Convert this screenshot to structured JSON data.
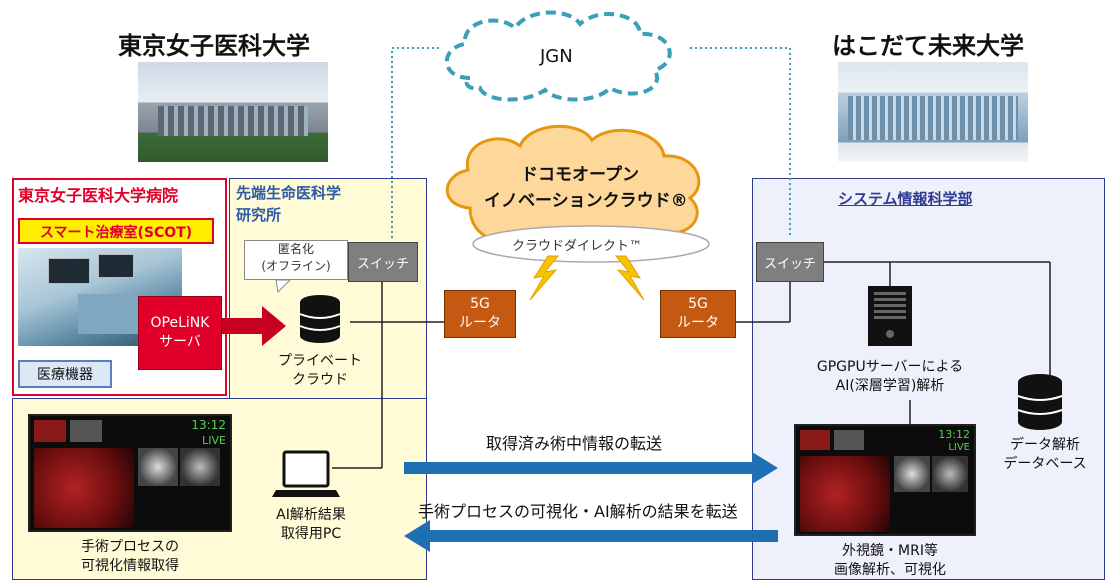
{
  "left_institution": {
    "title": "東京女子医科大学"
  },
  "right_institution": {
    "title": "はこだて未来大学"
  },
  "jgn": {
    "label": "JGN"
  },
  "docomo_cloud": {
    "line1": "ドコモオープン",
    "line2": "イノベーションクラウド®",
    "direct": "クラウドダイレクト™"
  },
  "hospital": {
    "title": "東京女子医科大学病院",
    "scot": "スマート治療室(SCOT)",
    "medical_devices": "医療機器",
    "opelink": {
      "line1": "OPeLiNK",
      "line2": "サーバ"
    }
  },
  "institute": {
    "title_line1": "先端生命医科学",
    "title_line2": "研究所",
    "anonymize_line1": "匿名化",
    "anonymize_line2": "(オフライン)",
    "private_cloud_line1": "プライベート",
    "private_cloud_line2": "クラウド",
    "switch": "スイッチ",
    "router_line1": "5G",
    "router_line2": "ルータ"
  },
  "system_dept": {
    "title": "システム情報科学部",
    "switch": "スイッチ",
    "router_line1": "5G",
    "router_line2": "ルータ",
    "gpgpu_line1": "GPGPUサーバーによる",
    "gpgpu_line2": "AI(深層学習)解析",
    "database_line1": "データ解析",
    "database_line2": "データベース",
    "result_line1": "外視鏡・MRI等",
    "result_line2": "画像解析、可視化"
  },
  "transfer": {
    "forward": "取得済み術中情報の転送",
    "backward": "手術プロセスの可視化・AI解析の結果を転送"
  },
  "bottom_left": {
    "caption_line1": "手術プロセスの",
    "caption_line2": "可視化情報取得",
    "pc_line1": "AI解析結果",
    "pc_line2": "取得用PC",
    "screen_time": "13:12",
    "screen_live": "LIVE"
  },
  "bottom_right": {
    "screen_time": "13:12",
    "screen_live": "LIVE"
  },
  "colors": {
    "hospital_border": "#e0002a",
    "institute_bg": "#fffbd6",
    "dept_border": "#2f3b8f",
    "router": "#c65911",
    "arrow_blue": "#1f6fb4",
    "opelink": "#e0002a",
    "jgn_dash": "#39a0b5"
  }
}
